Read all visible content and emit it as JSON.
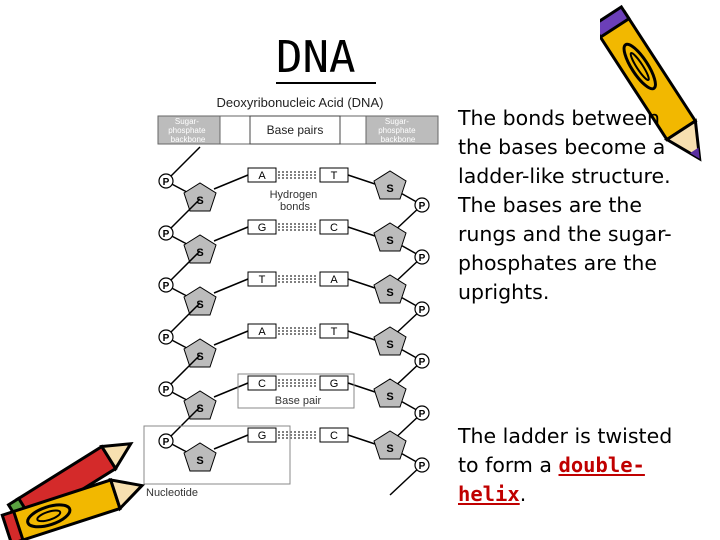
{
  "slide": {
    "title": "DNA",
    "para1": "The bonds between the bases become a ladder-like structure. The bases are the rungs and the sugar-phosphates are the uprights.",
    "para2_pre": "The ladder is twisted to form a ",
    "para2_link": "double-helix",
    "para2_post": "."
  },
  "diagram": {
    "title": "Deoxyribonucleic Acid (DNA)",
    "header_left_1": "Sugar-",
    "header_left_2": "phosphate",
    "header_left_3": "backbone",
    "header_center": "Base pairs",
    "header_right_1": "Sugar-",
    "header_right_2": "phosphate",
    "header_right_3": "backbone",
    "phosphate": "P",
    "sugar": "S",
    "hydrogen_1": "Hydrogen",
    "hydrogen_2": "bonds",
    "base_pair_label": "Base pair",
    "nucleotide_label": "Nucleotide",
    "pairs": [
      {
        "left": "A",
        "right": "T"
      },
      {
        "left": "G",
        "right": "C"
      },
      {
        "left": "T",
        "right": "A"
      },
      {
        "left": "A",
        "right": "T"
      },
      {
        "left": "C",
        "right": "G"
      },
      {
        "left": "G",
        "right": "C"
      }
    ]
  },
  "colors": {
    "text": "#000000",
    "link": "#c00000",
    "header_bar": "#bcbcbc",
    "pencil_yellow": "#f2b800",
    "pencil_red": "#d42a2a",
    "pencil_purple": "#5a2ea0"
  }
}
